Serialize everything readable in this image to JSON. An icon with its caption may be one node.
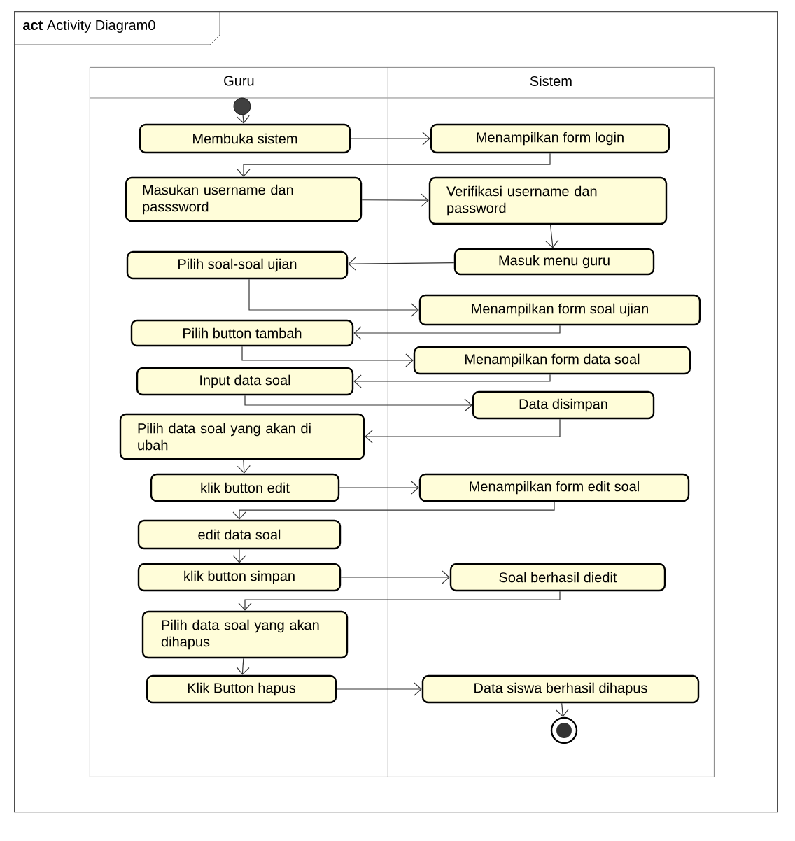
{
  "diagram": {
    "nodes": [
      {
        "text": [
          "**act** Activity Diagram0"
        ]
      },
      {
        "text": [
          "Guru"
        ],
        "in": 0
      },
      {
        "text": [
          "Sistem"
        ],
        "in": 0
      },
      {
        "text": [],
        "shape": "circle",
        "in": 1
      },
      {
        "text": [
          "Membuka sistem"
        ],
        "in": 1
      },
      {
        "text": [
          "Menampilkan form login"
        ],
        "in": 2
      },
      {
        "text": [
          "Masukan username dan passsword"
        ],
        "in": 1
      },
      {
        "text": [
          "Verifikasi username dan password"
        ],
        "in": 2
      },
      {
        "text": [
          "Pilih soal-soal ujian"
        ],
        "in": 1
      },
      {
        "text": [
          "Masuk menu guru"
        ],
        "in": 2
      },
      {
        "text": [
          "Menampilkan form soal ujian"
        ],
        "in": 2
      },
      {
        "text": [
          "Pilih button tambah"
        ],
        "in": 1
      },
      {
        "text": [
          "Menampilkan form data soal"
        ],
        "in": 2
      },
      {
        "text": [
          "Input data soal"
        ],
        "in": 1
      },
      {
        "text": [
          "Data disimpan"
        ],
        "in": 2
      },
      {
        "text": [
          "Pilih data soal yang akan di ubah"
        ],
        "in": 1
      },
      {
        "text": [
          "klik button edit"
        ],
        "in": 1
      },
      {
        "text": [
          "Menampilkan form edit soal"
        ],
        "in": 2
      },
      {
        "text": [
          "edit data soal"
        ],
        "in": 1
      },
      {
        "text": [
          "klik button simpan"
        ],
        "in": 1
      },
      {
        "text": [
          "Soal berhasil diedit"
        ],
        "in": 2
      },
      {
        "text": [
          "Pilih data soal yang akan dihapus"
        ],
        "in": 1
      },
      {
        "text": [
          "Klik Button hapus"
        ],
        "in": 1
      },
      {
        "text": [
          "Data siswa berhasil dihapus"
        ],
        "in": 2
      },
      {
        "text": [],
        "shape": "circle",
        "in": 2
      }
    ],
    "edges": [
      {
        "from": 3,
        "to": 4,
        "arrow": "to"
      },
      {
        "from": 4,
        "to": 5,
        "arrow": "to"
      },
      {
        "from": 5,
        "to": 6,
        "arrow": "to"
      },
      {
        "from": 6,
        "to": 7,
        "arrow": "to"
      },
      {
        "from": 7,
        "to": 9,
        "arrow": "to"
      },
      {
        "from": 9,
        "to": 8,
        "arrow": "to"
      },
      {
        "from": 8,
        "to": 10,
        "arrow": "to"
      },
      {
        "from": 10,
        "to": 11,
        "arrow": "to"
      },
      {
        "from": 11,
        "to": 12,
        "arrow": "to"
      },
      {
        "from": 12,
        "to": 13,
        "arrow": "to"
      },
      {
        "from": 13,
        "to": 14,
        "arrow": "to"
      },
      {
        "from": 14,
        "to": 15,
        "arrow": "to"
      },
      {
        "from": 15,
        "to": 16,
        "arrow": "to"
      },
      {
        "from": 16,
        "to": 17,
        "arrow": "to"
      },
      {
        "from": 17,
        "to": 18,
        "arrow": "to"
      },
      {
        "from": 18,
        "to": 19,
        "arrow": "to"
      },
      {
        "from": 19,
        "to": 20,
        "arrow": "to"
      },
      {
        "from": 20,
        "to": 21,
        "arrow": "to"
      },
      {
        "from": 21,
        "to": 22,
        "arrow": "to"
      },
      {
        "from": 22,
        "to": 23,
        "arrow": "to"
      },
      {
        "from": 23,
        "to": 24,
        "arrow": "to"
      }
    ]
  }
}
